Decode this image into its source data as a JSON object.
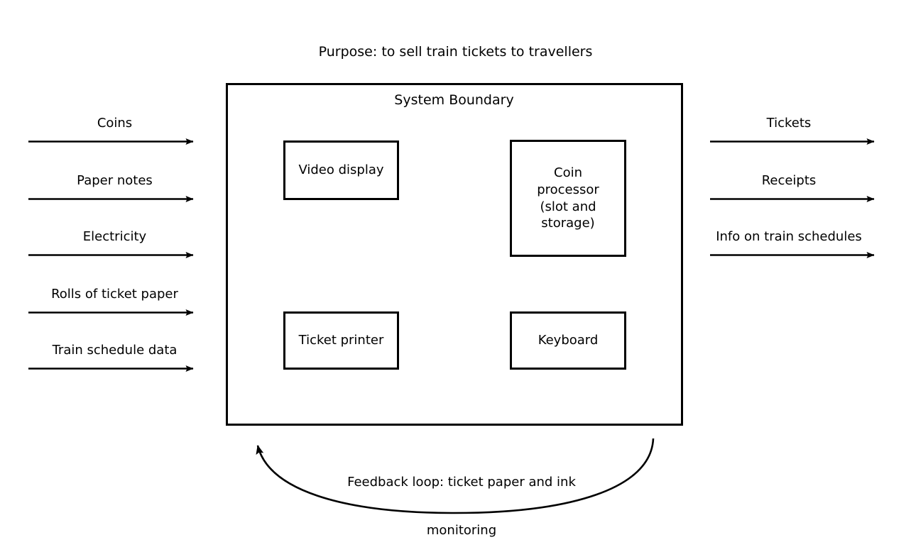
{
  "diagram": {
    "title": "Purpose: to sell train tickets to travellers",
    "boundary_label": "System Boundary",
    "inputs": [
      {
        "label": "Coins",
        "name": "input-coins"
      },
      {
        "label": "Paper notes",
        "name": "input-paper-notes"
      },
      {
        "label": "Electricity",
        "name": "input-electricity"
      },
      {
        "label": "Rolls of ticket paper",
        "name": "input-rolls-of-ticket-paper"
      },
      {
        "label": "Train schedule data",
        "name": "input-train-schedule-data"
      }
    ],
    "outputs": [
      {
        "label": "Tickets",
        "name": "output-tickets"
      },
      {
        "label": "Receipts",
        "name": "output-receipts"
      },
      {
        "label": "Info on train schedules",
        "name": "output-info-on-train-schedules"
      }
    ],
    "components": [
      {
        "label": "Video display",
        "name": "component-video-display"
      },
      {
        "label": "Coin\nprocessor\n(slot and\nstorage)",
        "name": "component-coin-processor"
      },
      {
        "label": "Ticket printer",
        "name": "component-ticket-printer"
      },
      {
        "label": "Keyboard",
        "name": "component-keyboard"
      }
    ],
    "feedback": {
      "line1": "Feedback loop: ticket paper and ink",
      "line2": "monitoring"
    },
    "colors": {
      "stroke": "#000000",
      "background": "#ffffff",
      "text": "#000000"
    }
  },
  "chart_data": {
    "type": "diagram",
    "title": "Purpose: to sell train tickets to travellers",
    "subtype": "system-context-input-output",
    "boundary": "System Boundary",
    "inputs": [
      "Coins",
      "Paper notes",
      "Electricity",
      "Rolls of ticket paper",
      "Train schedule data"
    ],
    "outputs": [
      "Tickets",
      "Receipts",
      "Info on train schedules"
    ],
    "internal_components": [
      "Video display",
      "Coin processor (slot and storage)",
      "Ticket printer",
      "Keyboard"
    ],
    "feedback_loop": "Feedback loop: ticket paper and ink monitoring"
  }
}
